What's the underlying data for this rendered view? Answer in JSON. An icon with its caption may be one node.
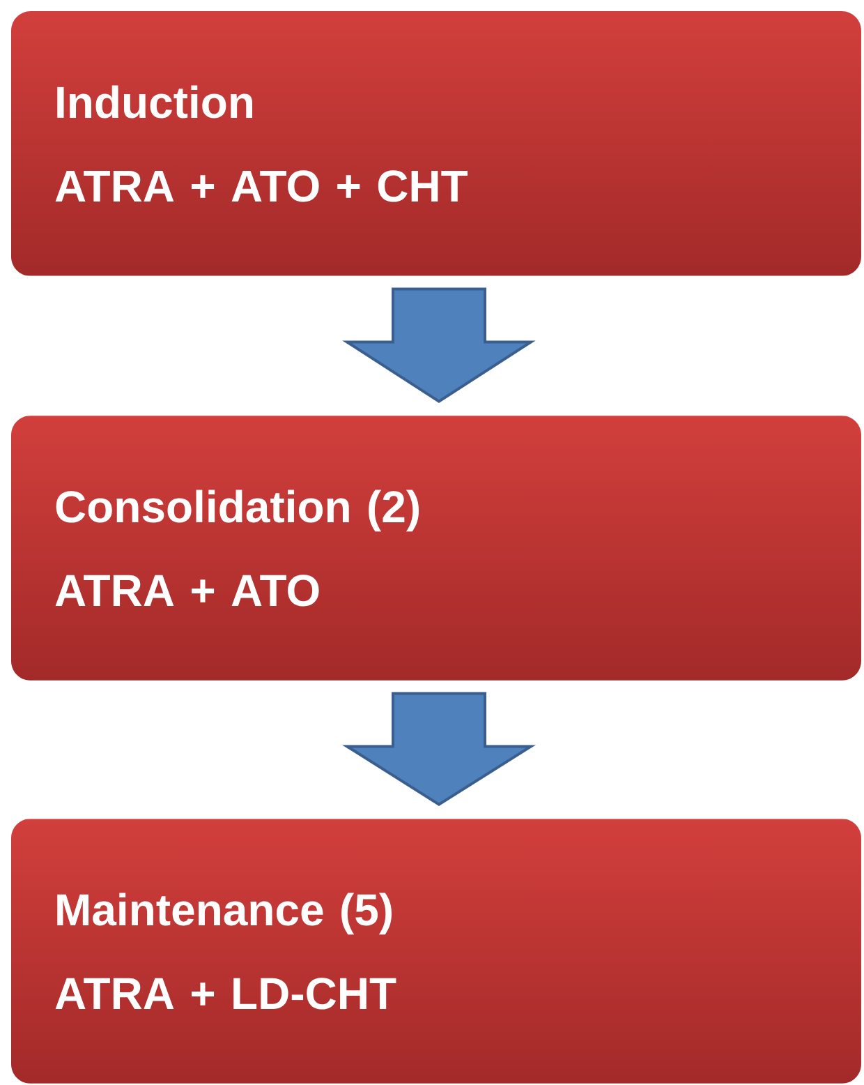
{
  "diagram": {
    "nodes": [
      {
        "text": [
          "Induction",
          "ATRA + ATO + CHT"
        ]
      },
      {
        "text": [
          "Consolidation (2)",
          "ATRA + ATO"
        ]
      },
      {
        "text": [
          "Maintenance (5)",
          "ATRA + LD-CHT"
        ]
      }
    ],
    "edges": [
      {
        "from": 0,
        "to": 1,
        "arrow": "to"
      },
      {
        "from": 1,
        "to": 2,
        "arrow": "to"
      }
    ]
  }
}
